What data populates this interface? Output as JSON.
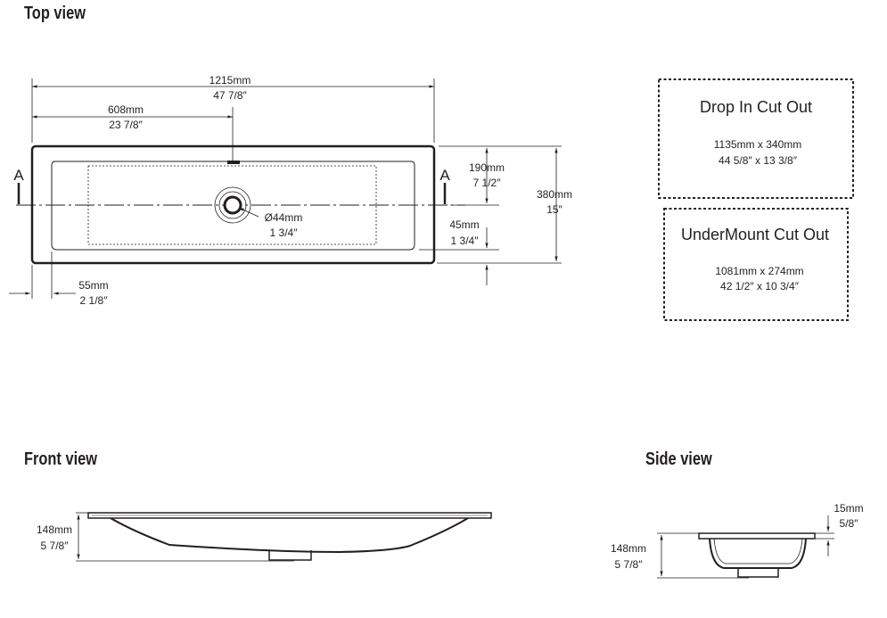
{
  "headings": {
    "top_view": "Top view",
    "front_view": "Front view",
    "side_view": "Side view"
  },
  "top_view": {
    "section_mark": "A",
    "overall_width": {
      "mm": "1215mm",
      "in": "47 7/8″"
    },
    "tap_offset": {
      "mm": "608mm",
      "in": "23 7/8″"
    },
    "front_to_centre": {
      "mm": "190mm",
      "in": "7 1/2″"
    },
    "overall_depth": {
      "mm": "380mm",
      "in": "15″"
    },
    "back_margin": {
      "mm": "45mm",
      "in": "1 3/4″"
    },
    "side_margin": {
      "mm": "55mm",
      "in": "2 1/8″"
    },
    "waste_diameter": {
      "mm": "Ø44mm",
      "in": "1 3/4″"
    }
  },
  "cutouts": {
    "drop_in": {
      "title": "Drop In Cut Out",
      "mm": "1135mm x 340mm",
      "in": "44 5/8″ x 13 3/8″"
    },
    "undermount": {
      "title": "UnderMount Cut Out",
      "mm": "1081mm x 274mm",
      "in": "42 1/2″ x 10 3/4″"
    }
  },
  "front_view": {
    "height": {
      "mm": "148mm",
      "in": "5 7/8″"
    }
  },
  "side_view": {
    "height": {
      "mm": "148mm",
      "in": "5 7/8″"
    },
    "rim": {
      "mm": "15mm",
      "in": "5/8″"
    }
  }
}
